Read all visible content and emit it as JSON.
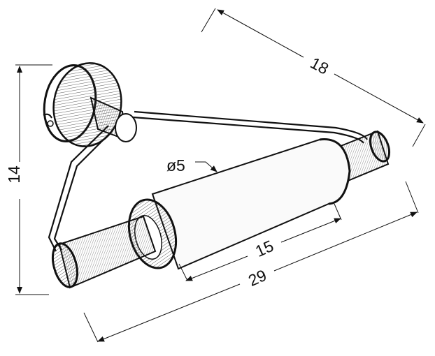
{
  "diagram": {
    "subject": "Toilet paper holder",
    "units": "cm",
    "stroke_color": "#111111",
    "fill_color": "#ffffff",
    "dimensions": {
      "depth": {
        "label": "18"
      },
      "height": {
        "label": "14"
      },
      "diameter": {
        "label": "ø5"
      },
      "roll_length": {
        "label": "15"
      },
      "total_width": {
        "label": "29"
      }
    }
  }
}
